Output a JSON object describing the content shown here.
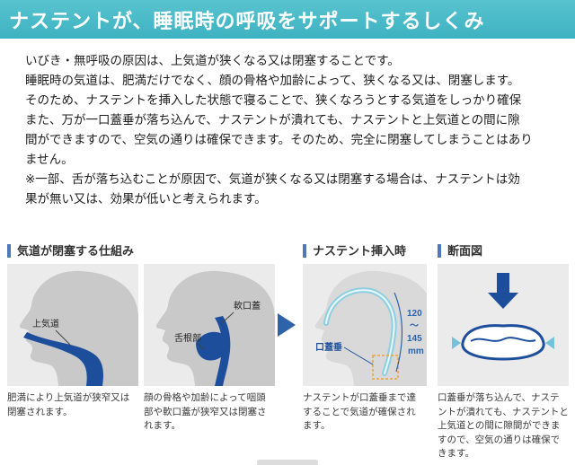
{
  "header": {
    "title": "ナステントが、睡眠時の呼吸をサポートするしくみ"
  },
  "body": {
    "lines": [
      "いびき・無呼吸の原因は、上気道が狭くなる又は閉塞することです。",
      "睡眠時の気道は、肥満だけでなく、顔の骨格や加齢によって、狭くなる又は、閉塞します。",
      "そのため、ナステントを挿入した状態で寝ることで、狭くなろうとする気道をしっかり確保",
      "また、万が一口蓋垂が落ち込んで、ナステントが潰れても、ナステントと上気道との間に隙",
      "間ができますので、空気の通りは確保できます。そのため、完全に閉塞してしまうことはあり",
      "ません。",
      "※一部、舌が落ち込むことが原因で、気道が狭くなる又は閉塞する場合は、ナステントは効",
      "果が無い又は、効果が低いと考えられます。"
    ]
  },
  "figures": {
    "obstruction": {
      "title": "気道が閉塞する仕組み",
      "obesity": {
        "airway_label": "上気道",
        "caption": "肥満により上気道が狭窄又は閉塞されます。"
      },
      "skeletal": {
        "soft_palate_label": "軟口蓋",
        "tongue_base_label": "舌根部",
        "caption": "顔の骨格や加齢によって咽頭部や軟口蓋が狭窄又は閉塞されます。"
      }
    },
    "insertion": {
      "title": "ナステント挿入時",
      "uvula_label": "口蓋垂",
      "length_parts": [
        "120",
        "〜",
        "145",
        "mm"
      ],
      "caption": "ナステントが口蓋垂まで達することで気道が確保されます。"
    },
    "cross_section": {
      "title": "断面図",
      "caption": "口蓋垂が落ち込んで、ナステントが潰れても、ナステントと上気道との間に隙間ができますので、空気の通りは確保できます。"
    }
  },
  "icons": {
    "flow_arrow": "right-triangle-arrow",
    "airflow_down": "down-arrow"
  },
  "colors": {
    "banner": "#3eb2c1",
    "banner_light": "#58c3cf",
    "accent_blue": "#1c4e9c",
    "arrow_blue": "#2e63ac",
    "tube_cyan": "#8ccfe0",
    "box_bg": "#ebebeb",
    "silhouette_gray": "#c9c9c9",
    "silhouette_light": "#d9d9d9",
    "measure_blue": "#2b63ad",
    "dash_orange": "#eea03c",
    "title_bar": "#4e79b8"
  }
}
